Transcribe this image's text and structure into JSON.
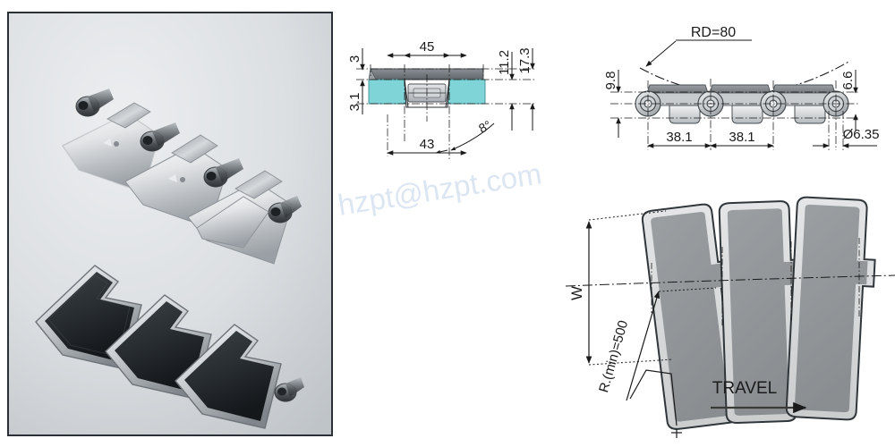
{
  "watermark": {
    "text": "hzpt@hzpt.com",
    "color": "#dce6f2"
  },
  "photo": {
    "alt_top": "stainless steel side-flexing chain links",
    "alt_bottom": "chain links with black plastic top plates",
    "border_color": "#2b2f36"
  },
  "drawings": {
    "cross_section": {
      "name": "cross-section-view",
      "plate_color": "#7fd4d8",
      "top_surface_color": "#6f7478",
      "dims": {
        "top_thickness": "3",
        "plate_height": "3.1",
        "top_width": "45",
        "bottom_width": "43",
        "mid_height": "11.2",
        "total_height": "17.3",
        "bevel_angle": "8°"
      }
    },
    "side_view": {
      "name": "side-elevation-view",
      "dims": {
        "radius_note": "RD=80",
        "height_left": "9.8",
        "height_right": "6.6",
        "pitch_1": "38.1",
        "pitch_2": "38.1",
        "pin_diameter": "Ø6.35"
      }
    },
    "top_view": {
      "name": "top-plan-view",
      "dims": {
        "width_label": "W",
        "radius_label": "R.(min)=500",
        "travel_label": "TRAVEL"
      }
    }
  }
}
